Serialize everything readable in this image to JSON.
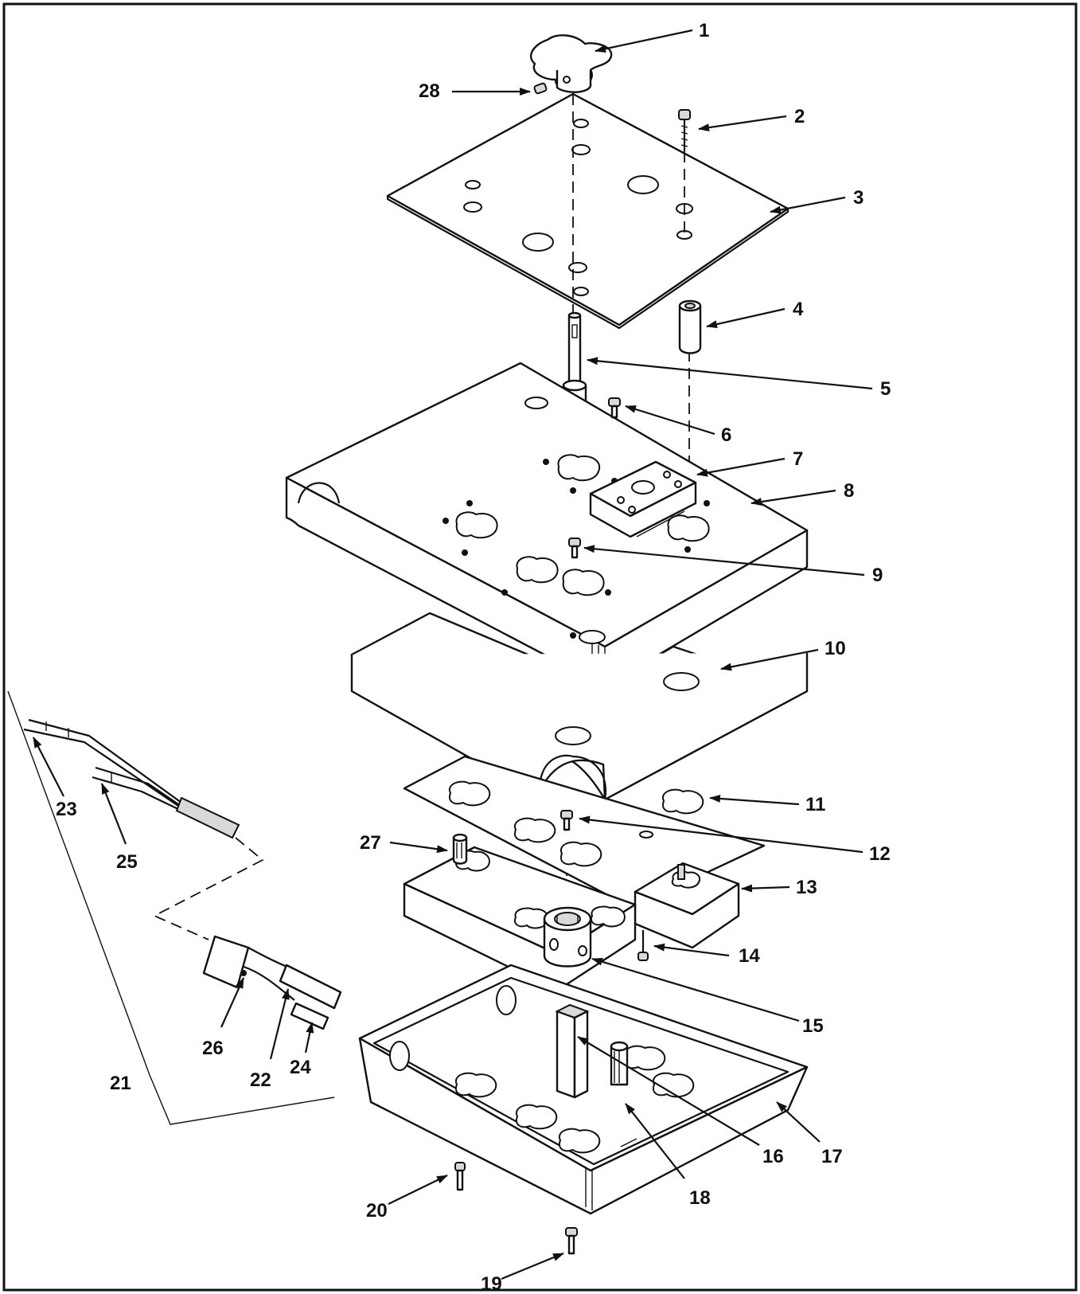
{
  "figure": {
    "type": "exploded-parts-diagram",
    "callouts": [
      {
        "id": "1",
        "label": "1"
      },
      {
        "id": "2",
        "label": "2"
      },
      {
        "id": "3",
        "label": "3"
      },
      {
        "id": "4",
        "label": "4"
      },
      {
        "id": "5",
        "label": "5"
      },
      {
        "id": "6",
        "label": "6"
      },
      {
        "id": "7",
        "label": "7"
      },
      {
        "id": "8",
        "label": "8"
      },
      {
        "id": "9",
        "label": "9"
      },
      {
        "id": "10",
        "label": "10"
      },
      {
        "id": "11",
        "label": "11"
      },
      {
        "id": "12",
        "label": "12"
      },
      {
        "id": "13",
        "label": "13"
      },
      {
        "id": "14",
        "label": "14"
      },
      {
        "id": "15",
        "label": "15"
      },
      {
        "id": "16",
        "label": "16"
      },
      {
        "id": "17",
        "label": "17"
      },
      {
        "id": "18",
        "label": "18"
      },
      {
        "id": "19",
        "label": "19"
      },
      {
        "id": "20",
        "label": "20"
      },
      {
        "id": "21",
        "label": "21"
      },
      {
        "id": "22",
        "label": "22"
      },
      {
        "id": "23",
        "label": "23"
      },
      {
        "id": "24",
        "label": "24"
      },
      {
        "id": "25",
        "label": "25"
      },
      {
        "id": "26",
        "label": "26"
      },
      {
        "id": "27",
        "label": "27"
      },
      {
        "id": "28",
        "label": "28"
      }
    ]
  }
}
